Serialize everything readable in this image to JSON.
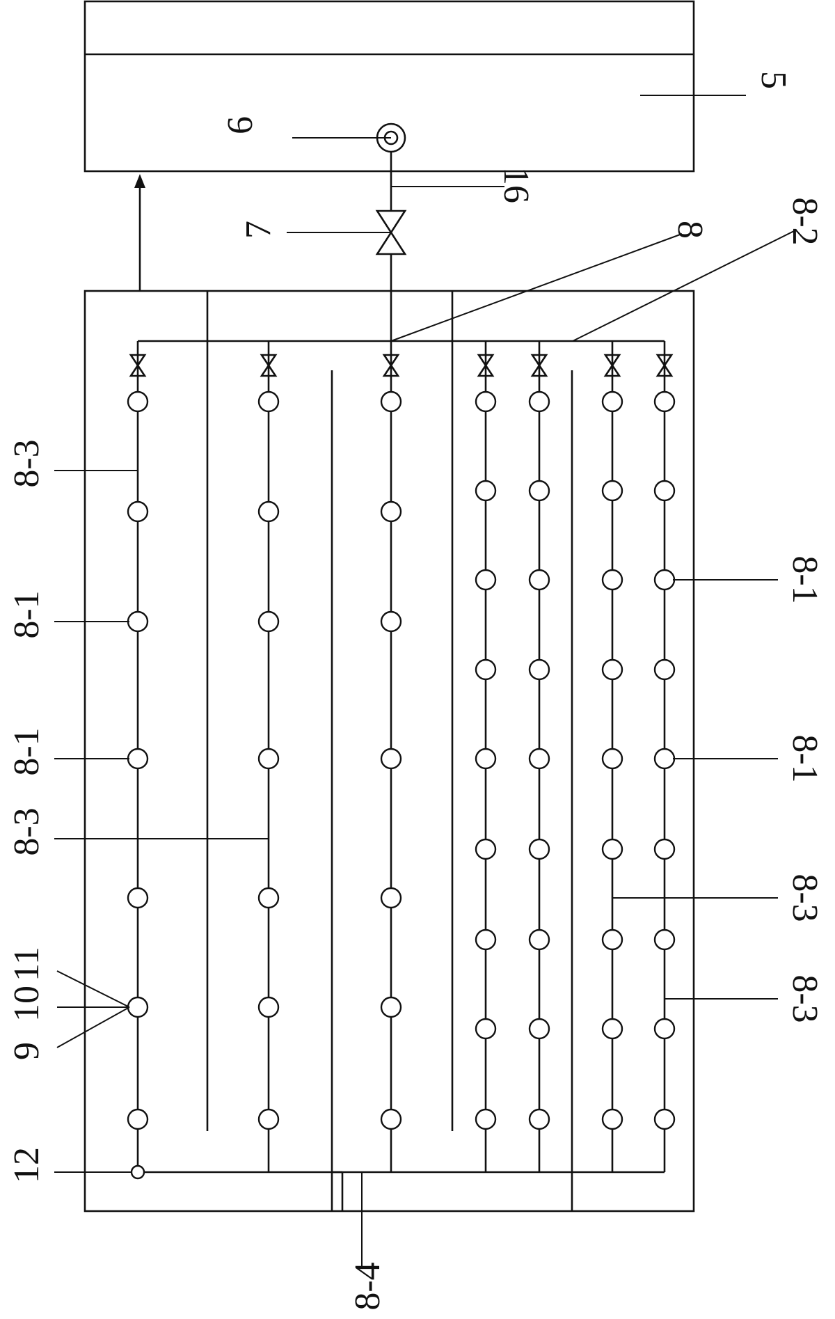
{
  "labels": {
    "tank": "5",
    "outlet": "6",
    "valve_main": "7",
    "pipe_16": "16",
    "manifold": "8",
    "header": "8-2",
    "branch_left_top": "8-3",
    "nozzle_left_a": "8-1",
    "nozzle_left_b": "8-1",
    "branch_left_mid": "8-3",
    "part_11": "11",
    "part_10": "10",
    "part_9": "9",
    "part_12": "12",
    "bottom_pipe": "8-4",
    "nozzle_right_a": "8-1",
    "nozzle_right_b": "8-1",
    "branch_right_a": "8-3",
    "branch_right_b": "8-3"
  }
}
